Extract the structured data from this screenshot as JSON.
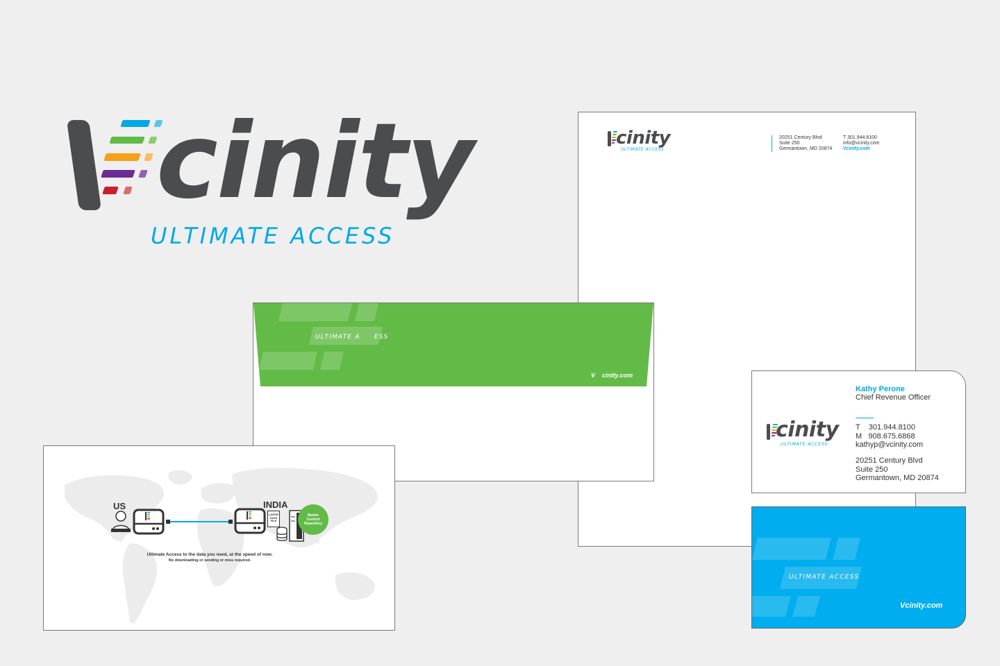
{
  "brand": {
    "wordmark": "cinity",
    "tagline": "ULTIMATE ACCESS",
    "colors": {
      "gray": "#4b4c4e",
      "blue": "#00a9e6",
      "green": "#62bb46",
      "orange": "#f5a01a",
      "purple": "#6c2c91",
      "red": "#c8202f"
    }
  },
  "letterhead": {
    "address": [
      "20251 Century Blvd",
      "Suite 250",
      "Germantown, MD 20874"
    ],
    "phone": "T  301.944.8100",
    "email": "info@vcinity.com",
    "web": "Vcinity.com"
  },
  "envelope": {
    "tagline": "ULTIMATE A     ESS",
    "web": "V    cinity.com"
  },
  "business_card": {
    "name": "Kathy Perone",
    "title": "Chief Revenue Officer",
    "phone_t": "T    301.944.8100",
    "phone_m": "M   908.675.6868",
    "email": "kathyp@vcinity.com",
    "address": [
      "20251 Century Blvd",
      "Suite 250",
      "Germantown, MD 20874"
    ]
  },
  "card_back": {
    "tagline": "ULTIMATE ACCESS",
    "web": "Vcinity.com"
  },
  "slide": {
    "label_us": "US",
    "label_india": "INDIA",
    "file_label": "LARGE DATA FILE",
    "repo_label": "Master Content Repository",
    "caption": "Ultimate Access to the data you need, at the speed of now.",
    "subcaption": "No downloading or sending or miss required."
  }
}
